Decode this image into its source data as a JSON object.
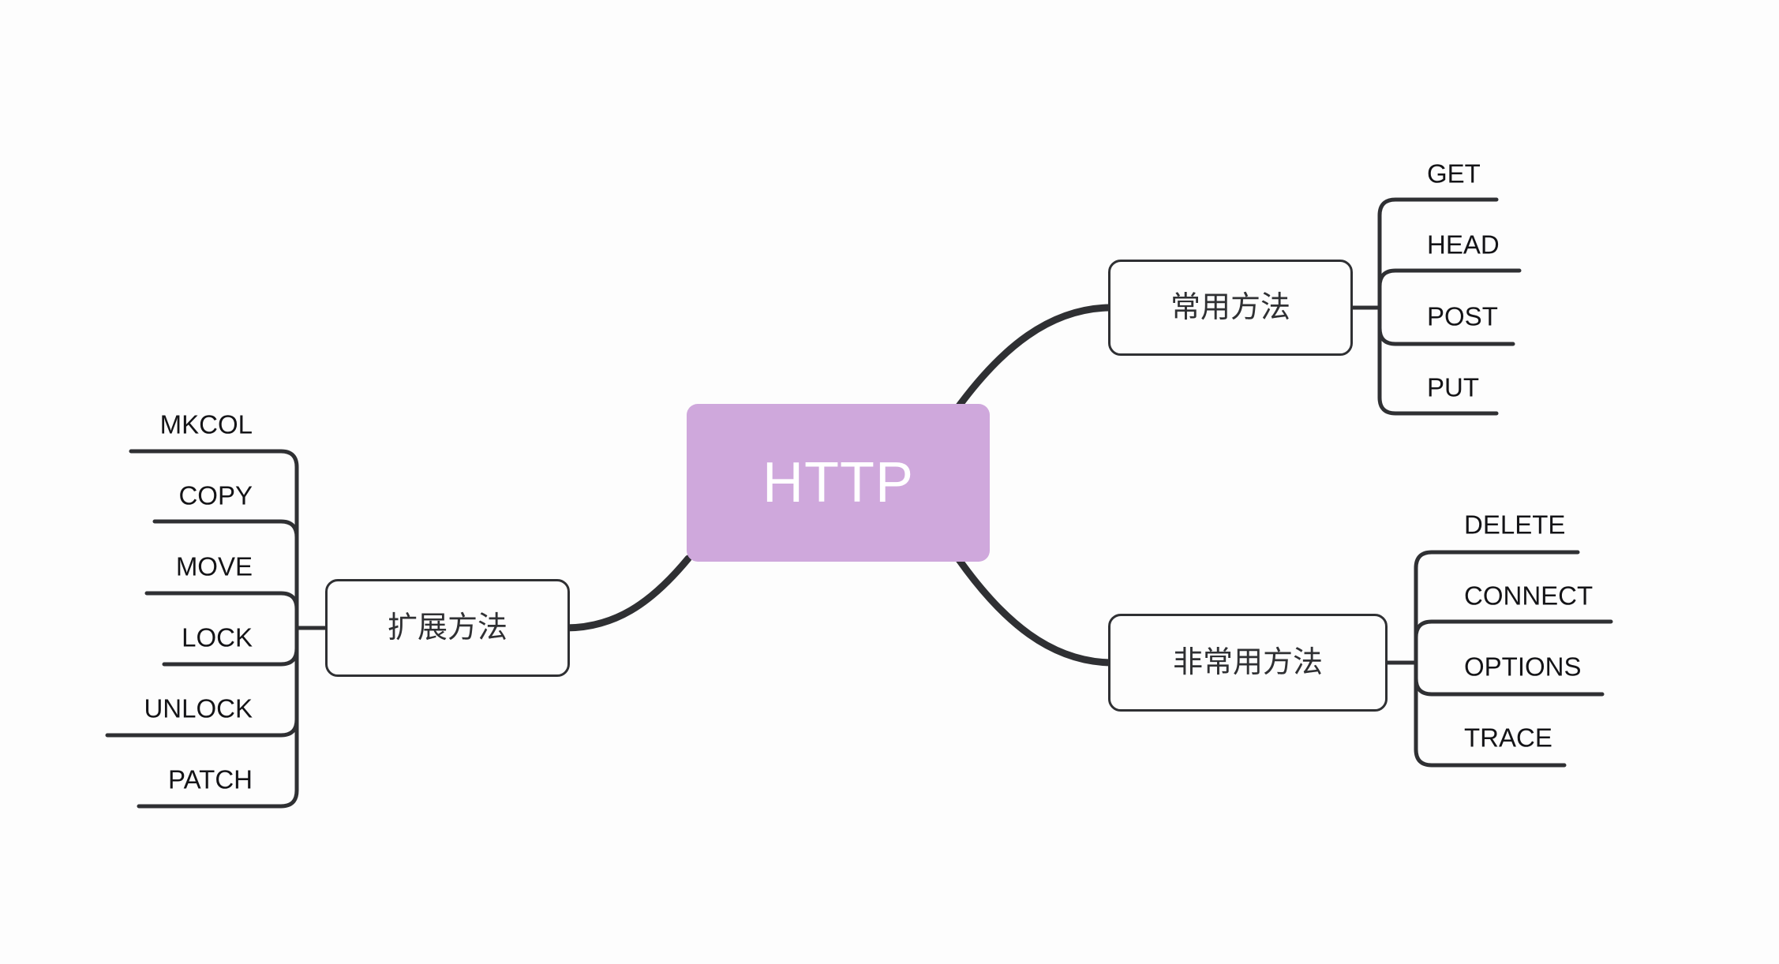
{
  "diagram": {
    "type": "mind-map",
    "title": "HTTP",
    "background_color": "#fdfdfd",
    "root": {
      "label": "HTTP",
      "fill_color": "#cfa8dc",
      "text_color": "#ffffff"
    },
    "line_color": "#2f3033",
    "branches": [
      {
        "id": "common-methods",
        "label": "常用方法",
        "side": "right",
        "leaves": [
          {
            "label": "GET"
          },
          {
            "label": "HEAD"
          },
          {
            "label": "POST"
          },
          {
            "label": "PUT"
          }
        ]
      },
      {
        "id": "uncommon-methods",
        "label": "非常用方法",
        "side": "right",
        "leaves": [
          {
            "label": "DELETE"
          },
          {
            "label": "CONNECT"
          },
          {
            "label": "OPTIONS"
          },
          {
            "label": "TRACE"
          }
        ]
      },
      {
        "id": "extension-methods",
        "label": "扩展方法",
        "side": "left",
        "leaves": [
          {
            "label": "MKCOL"
          },
          {
            "label": "COPY"
          },
          {
            "label": "MOVE"
          },
          {
            "label": "LOCK"
          },
          {
            "label": "UNLOCK"
          },
          {
            "label": "PATCH"
          }
        ]
      }
    ]
  }
}
